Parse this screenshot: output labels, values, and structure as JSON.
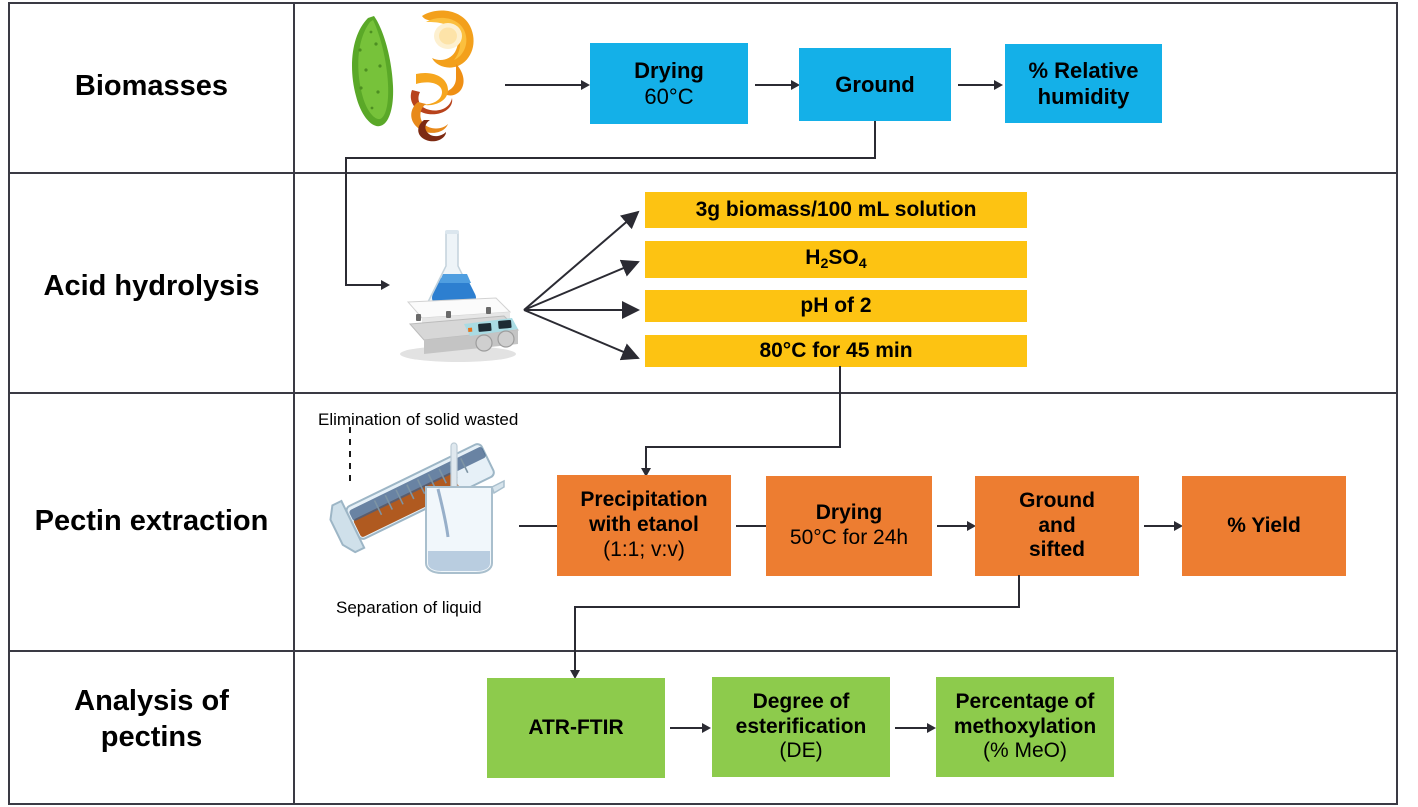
{
  "diagram": {
    "title": "Pectin extraction process flow diagram",
    "colors": {
      "blue": "#14B0E8",
      "yellow": "#FDC312",
      "orange": "#ED7D31",
      "green": "#8DCB4C",
      "line": "#2b2b33",
      "border": "#3a3a44"
    }
  },
  "rows": [
    {
      "id": "biomasses",
      "label": "Biomasses",
      "accent": "#14B0E8",
      "boxes": [
        {
          "name": "drying-60c",
          "l1": "Drying",
          "l2": "60°C"
        },
        {
          "name": "ground",
          "l1": "Ground",
          "l2": ""
        },
        {
          "name": "relative-humidity",
          "l1": "% Relative",
          "l2": "humidity"
        }
      ],
      "artwork": "biomass-peels-image"
    },
    {
      "id": "acid-hydrolysis",
      "label": "Acid hydrolysis",
      "accent": "#FDC312",
      "boxes": [
        {
          "name": "biomass-ratio",
          "l1": "3g biomass/100 mL solution",
          "l2": ""
        },
        {
          "name": "sulfuric-acid",
          "l1": "H2SO4",
          "l2": "",
          "html": "H<span class=\"sub\">2</span>SO<span class=\"sub\">4</span>"
        },
        {
          "name": "ph-of-2",
          "l1": "pH of 2",
          "l2": ""
        },
        {
          "name": "temp-time",
          "l1": "80°C for 45 min",
          "l2": ""
        }
      ],
      "artwork": "hotplate-stirrer-flask-image"
    },
    {
      "id": "pectin-extraction",
      "label": "Pectin extraction",
      "accent": "#ED7D31",
      "captions": [
        {
          "name": "caption-elimination-solid-waste",
          "text": "Elimination of solid wasted"
        },
        {
          "name": "caption-separation-of-liquid",
          "text": "Separation of liquid"
        }
      ],
      "boxes": [
        {
          "name": "precipitation-ethanol",
          "l1": "Precipitation",
          "l2": "with etanol",
          "l3": "(1:1; v:v)"
        },
        {
          "name": "drying-50c-24h",
          "l1": "Drying",
          "l2": "50°C for 24h"
        },
        {
          "name": "ground-and-sifted",
          "l1": "Ground",
          "l2": "and",
          "l3": "sifted"
        },
        {
          "name": "percent-yield",
          "l1": "% Yield",
          "l2": ""
        }
      ],
      "artwork": "graduated-cylinder-beaker-image"
    },
    {
      "id": "analysis-of-pectins",
      "label": "Analysis of\npectins",
      "label_line1": "Analysis of",
      "label_line2": "pectins",
      "accent": "#8DCB4C",
      "boxes": [
        {
          "name": "atr-ftir",
          "l1": "ATR-FTIR",
          "l2": ""
        },
        {
          "name": "degree-of-esterification",
          "l1": "Degree of",
          "l2": "esterification",
          "l3": "(DE)"
        },
        {
          "name": "percentage-methoxylation",
          "l1": "Percentage of",
          "l2": "methoxylation",
          "l3": "(% MeO)"
        }
      ]
    }
  ]
}
